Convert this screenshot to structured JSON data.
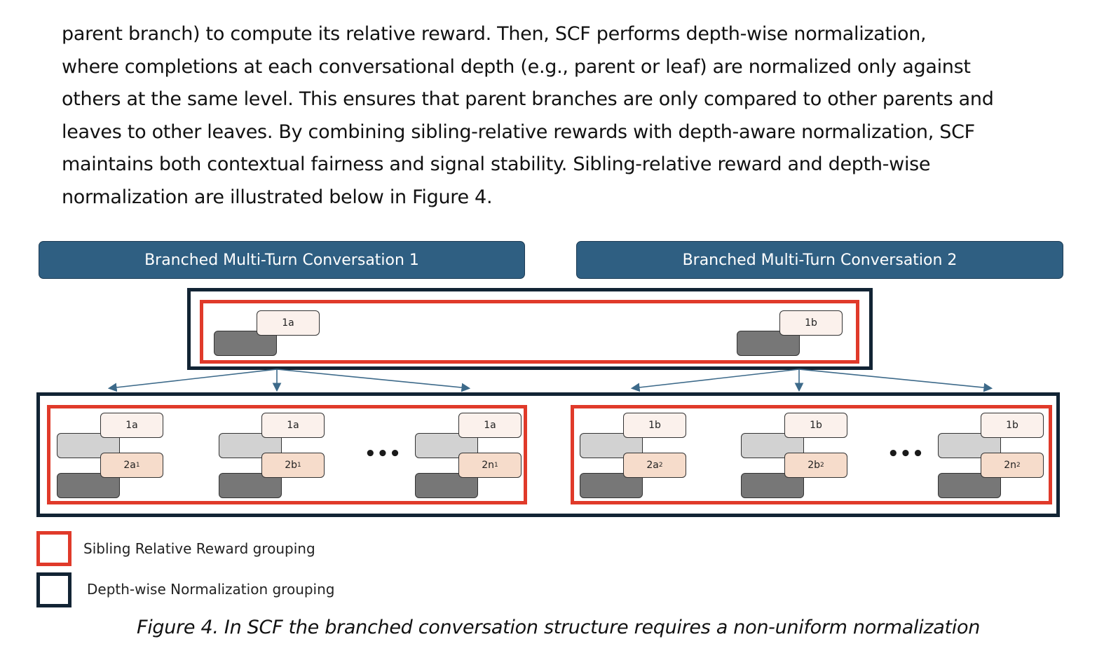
{
  "paragraph": {
    "lines": [
      "parent branch) to compute its relative reward.   Then, SCF performs depth-wise normalization,",
      "where completions at each conversational depth (e.g., parent or leaf) are normalized only against",
      "others at the same level. This ensures that parent branches are only compared to other parents and",
      "leaves to other leaves. By combining sibling-relative rewards with depth-aware normalization, SCF",
      "maintains both contextual fairness and signal stability.  Sibling-relative reward and depth-wise",
      "normalization are illustrated below in Figure 4."
    ]
  },
  "figure": {
    "headers": [
      "Branched Multi-Turn Conversation 1",
      "Branched Multi-Turn Conversation 2"
    ],
    "top_labels": [
      "1a",
      "1b"
    ],
    "conv1_leaves": [
      {
        "parent": "1a",
        "child": "2a",
        "sub": "1"
      },
      {
        "parent": "1a",
        "child": "2b",
        "sub": "1"
      },
      {
        "parent": "1a",
        "child": "2n",
        "sub": "1"
      }
    ],
    "conv2_leaves": [
      {
        "parent": "1b",
        "child": "2a",
        "sub": "2"
      },
      {
        "parent": "1b",
        "child": "2b",
        "sub": "2"
      },
      {
        "parent": "1b",
        "child": "2n",
        "sub": "2"
      }
    ],
    "ellipsis": "•••",
    "legend": {
      "red_label": "Sibling Relative Reward grouping",
      "navy_label": "Depth-wise Normalization grouping"
    },
    "colors": {
      "header_fill": "#2f5f82",
      "sibling_group": "#e03a2a",
      "depth_group": "#122434",
      "arrow": "#3d6a8a"
    }
  },
  "caption": "Figure 4.  In SCF the branched conversation structure requires a non-uniform normalization"
}
